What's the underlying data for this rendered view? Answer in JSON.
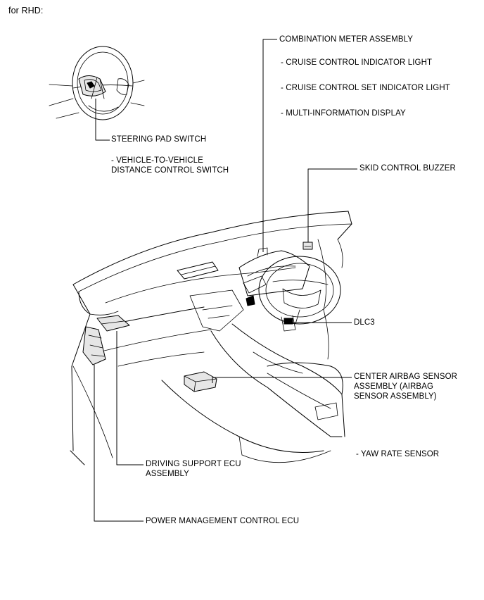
{
  "header": {
    "variant": "for RHD:"
  },
  "labels": {
    "combination_meter": "COMBINATION METER ASSEMBLY",
    "cruise_indicator": "- CRUISE CONTROL INDICATOR LIGHT",
    "cruise_set_indicator": "- CRUISE CONTROL SET INDICATOR LIGHT",
    "multi_info_display": "- MULTI-INFORMATION DISPLAY",
    "steering_pad_switch": "STEERING PAD SWITCH",
    "v2v_switch": "- VEHICLE-TO-VEHICLE\nDISTANCE CONTROL SWITCH",
    "skid_buzzer": "SKID CONTROL BUZZER",
    "dlc3": "DLC3",
    "center_airbag": "CENTER AIRBAG SENSOR\nASSEMBLY (AIRBAG\nSENSOR ASSEMBLY)",
    "yaw_rate": "- YAW RATE SENSOR",
    "driving_support_ecu": "DRIVING SUPPORT ECU\nASSEMBLY",
    "power_mgmt_ecu": "POWER MANAGEMENT CONTROL ECU"
  }
}
